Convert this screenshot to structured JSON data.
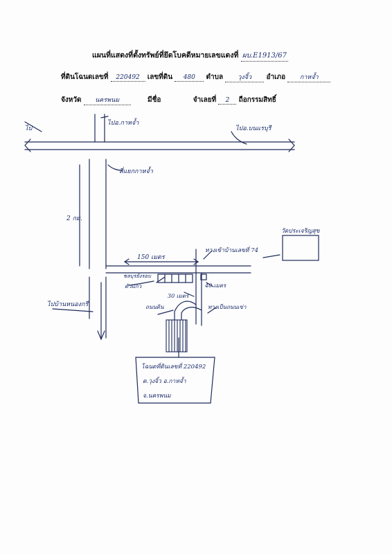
{
  "title": "แผนที่แสดงที่ตั้งทรัพย์ที่ยึดโบคดีหมายเลขแดงที่",
  "case_number": "ผบ.E1913/67",
  "row1": {
    "deed_label": "ที่ดินโฉนดเลขที่",
    "deed_value": "220492",
    "land_no_label": "เลขที่ดิน",
    "land_no_value": "480",
    "subdistrict_label": "ตำบล",
    "subdistrict_value": "วุงจิ้ว",
    "district_label": "อำเภอ",
    "district_value": "กาหจ้ำ"
  },
  "row2": {
    "province_label": "จังหวัด",
    "province_value": "นครพนม",
    "name_label": "มีชื่อ",
    "order_label": "จำเลยที่",
    "order_value": "2",
    "owner_label": "ถือกรรมสิทธิ์"
  },
  "map": {
    "to_left": "ไป",
    "to_district_office": "ไปอ.กาหจ้ำ",
    "to_district_east": "ไปอ.บนแรบุรี",
    "junction": "สี่แยกกาหจ้ำ",
    "distance_vertical": "2 กม.",
    "distance_horizontal": "150 เมตร",
    "crossroad_label": "ทางเข้าบ้านเลขที่ 74",
    "east_box": "วัดประเจริญสุข",
    "left_house": "ชลบุรยังรอบ",
    "left_house2": "ตัวแกว",
    "to_south": "ไปบ้านหนองกรี",
    "dist_30": "30 เมตร",
    "dist_40": "40 เมตร",
    "path_label": "ถนนดิน",
    "old_road": "ทางเป็นถนนเข่า",
    "property_note_1": "โฉนดที่ดินเลขที่ 220492",
    "property_note_2": "ต.วุงจิ้ว อ.กาหจ้ำ",
    "property_note_3": "จ.นครพนม"
  }
}
